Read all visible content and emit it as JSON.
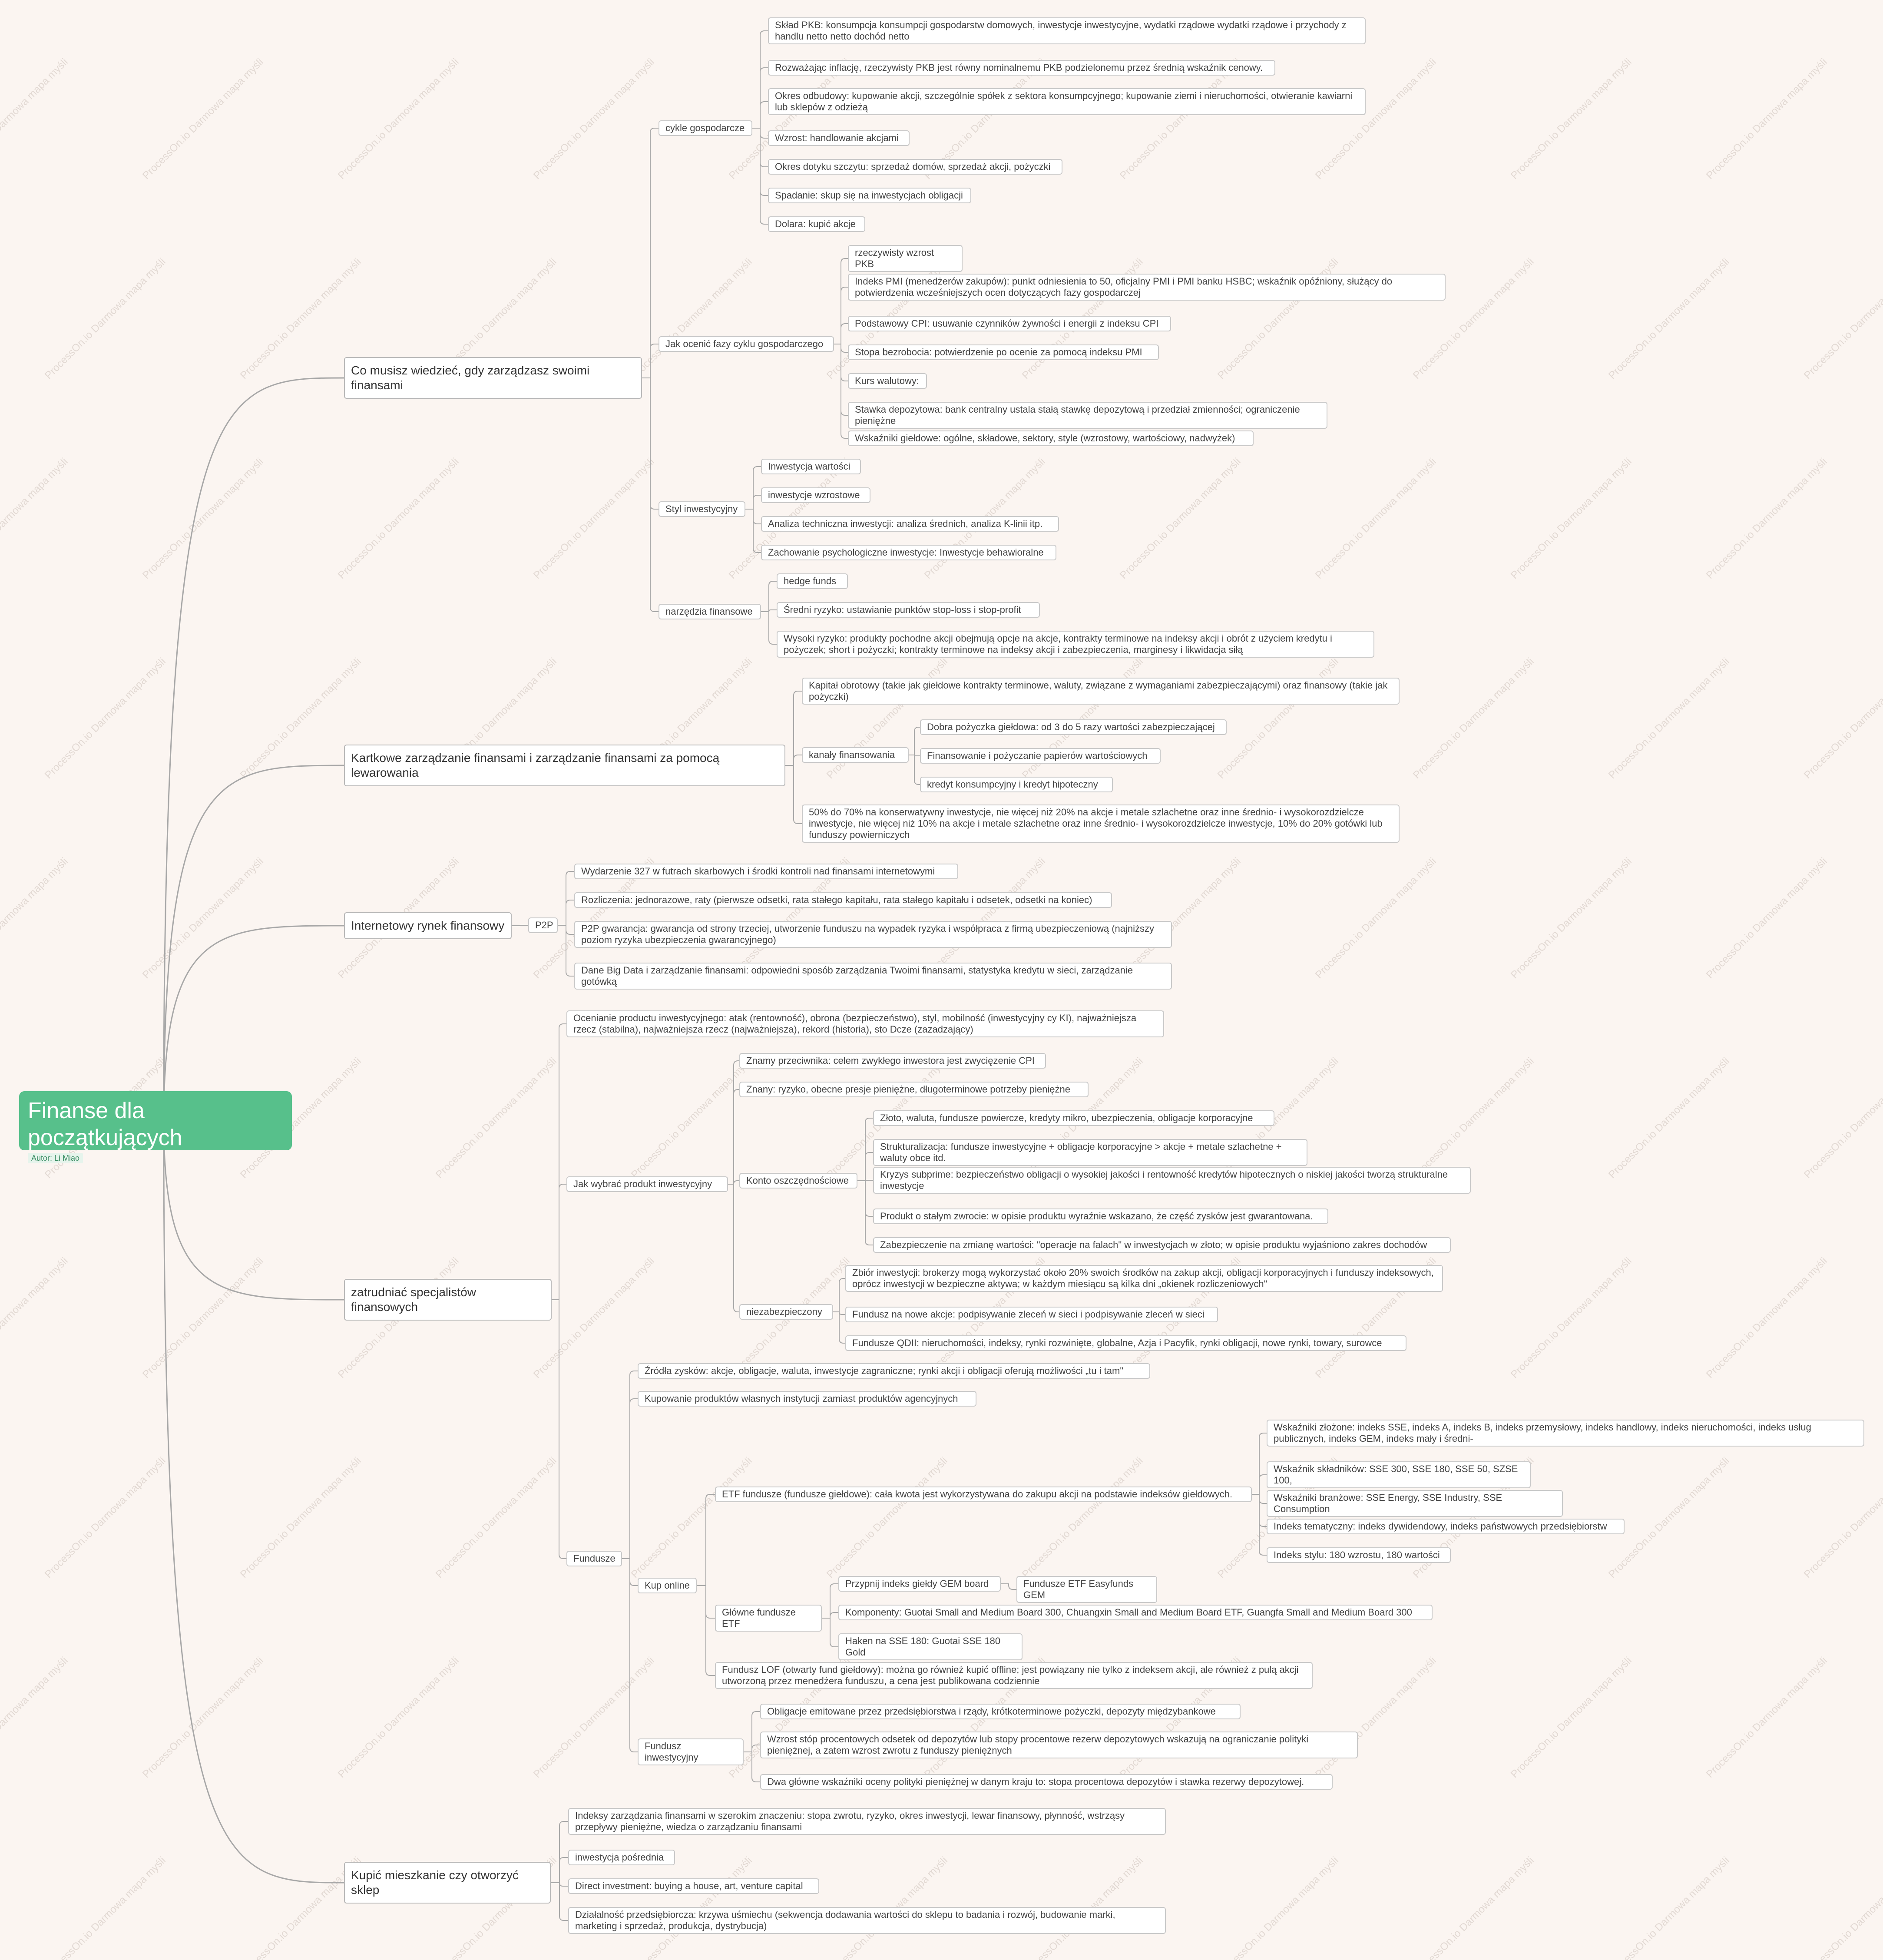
{
  "root": {
    "title": "Finanse dla początkujących",
    "author": "Autor: Li Miao"
  },
  "watermark": "ProcessOn.io Darmowa mapa myśli",
  "nodes": {
    "b1": "Co musisz wiedzieć, gdy zarządzasz swoimi finansami",
    "b1_cykle": "cykle gospodarcze",
    "b1_c1": "Skład PKB: konsumpcja konsumpcji gospodarstw domowych, inwestycje inwestycyjne, wydatki rządowe wydatki rządowe i przychody z handlu netto netto dochód netto",
    "b1_c2": "Rozważając inflację, rzeczywisty PKB jest równy nominalnemu PKB podzielonemu przez średnią wskaźnik cenowy.",
    "b1_c3": "Okres odbudowy: kupowanie akcji, szczególnie spółek z sektora konsumpcyjnego; kupowanie ziemi i nieruchomości, otwieranie kawiarni lub sklepów z odzieżą",
    "b1_c4": "Wzrost: handlowanie akcjami",
    "b1_c5": "Okres dotyku szczytu: sprzedaż domów, sprzedaż akcji, pożyczki",
    "b1_c6": "Spadanie: skup się na inwestycjach obligacji",
    "b1_c7": "Dolara: kupić akcje",
    "b1_fazy": "Jak ocenić fazy cyklu gospodarczego",
    "b1_f1": "rzeczywisty wzrost PKB",
    "b1_f2": "Indeks PMI (menedżerów zakupów): punkt odniesienia to 50, oficjalny PMI i PMI banku HSBC; wskaźnik opóźniony, służący do potwierdzenia wcześniejszych ocen dotyczących fazy gospodarczej",
    "b1_f3": "Podstawowy CPI: usuwanie czynników żywności i energii z indeksu CPI",
    "b1_f4": "Stopa bezrobocia: potwierdzenie po ocenie za pomocą indeksu PMI",
    "b1_f5": "Kurs walutowy:",
    "b1_f6": "Stawka depozytowa: bank centralny ustala stałą stawkę depozytową i przedział zmienności; ograniczenie pieniężne",
    "b1_f7": "Wskaźniki giełdowe: ogólne, składowe, sektory, style (wzrostowy, wartościowy, nadwyżek)",
    "b1_styl": "Styl inwestycyjny",
    "b1_s1": "Inwestycja wartości",
    "b1_s2": "inwestycje wzrostowe",
    "b1_s3": "Analiza techniczna inwestycji: analiza średnich, analiza K-linii itp.",
    "b1_s4": "Zachowanie psychologiczne inwestycje: Inwestycje behawioralne",
    "b1_narz": "narzędzia finansowe",
    "b1_n1": "hedge funds",
    "b1_n2": "Średni ryzyko: ustawianie punktów stop-loss i stop-profit",
    "b1_n3": "Wysoki ryzyko: produkty pochodne akcji obejmują opcje na akcje, kontrakty terminowe na indeksy akcji i obrót z użyciem kredytu i pożyczek; short i pożyczki; kontrakty terminowe na indeksy akcji i zabezpieczenia, marginesy i likwidacja siłą",
    "b2": "Kartkowe zarządzanie finansami i zarządzanie finansami za pomocą lewarowania",
    "b2_k1": "Kapitał obrotowy (takie jak giełdowe kontrakty terminowe, waluty, związane z wymaganiami zabezpieczającymi) oraz finansowy (takie jak pożyczki)",
    "b2_kan": "kanały finansowania",
    "b2_kan1": "Dobra pożyczka giełdowa: od 3 do 5 razy wartości zabezpieczającej",
    "b2_kan2": "Finansowanie i pożyczanie papierów wartościowych",
    "b2_kan3": "kredyt konsumpcyjny i kredyt hipoteczny",
    "b2_k3": "50% do 70% na konserwatywny inwestycje, nie więcej niż 20% na akcje i metale szlachetne oraz inne średnio- i wysokorozdzielcze inwestycje, nie więcej niż 10% na akcje i metale szlachetne oraz inne średnio- i wysokorozdzielcze inwestycje, 10% do 20% gotówki lub funduszy powierniczych",
    "b3": "Internetowy rynek finansowy",
    "b3_p2p": "P2P",
    "b3_p1": "Wydarzenie 327 w futrach skarbowych i środki kontroli nad finansami internetowymi",
    "b3_p2": "Rozliczenia: jednorazowe, raty (pierwsze odsetki, rata stałego kapitału, rata stałego kapitału i odsetek, odsetki na koniec)",
    "b3_p3": "P2P gwarancja: gwarancja od strony trzeciej, utworzenie funduszu na wypadek ryzyka i współpraca z firmą ubezpieczeniową (najniższy poziom ryzyka ubezpieczenia gwarancyjnego)",
    "b3_p4": "Dane Big Data i zarządzanie finansami: odpowiedni sposób zarządzania Twoimi finansami, statystyka kredytu w sieci, zarządzanie gotówką",
    "b4": "zatrudniać specjalistów finansowych",
    "b4_ocen": "Ocenianie productu inwestycyjnego: atak (rentowność), obrona (bezpieczeństwo), styl, mobilność (inwestycyjny cy KI), najważniejsza rzecz (stabilna), najważniejsza rzecz (najważniejsza), rekord (historia), sto Dcze (zazadzający)",
    "b4_jak": "Jak wybrać produkt inwestycyjny",
    "b4_j1": "Znamy przeciwnika: celem zwykłego inwestora jest zwycięzenie CPI",
    "b4_j2": "Znany: ryzyko, obecne presje pieniężne, długoterminowe potrzeby pieniężne",
    "b4_konto": "Konto oszczędnościowe",
    "b4_ko1": "Złoto, waluta, fundusze powiercze, kredyty mikro, ubezpieczenia, obligacje korporacyjne",
    "b4_ko2": "Strukturalizacja: fundusze inwestycyjne + obligacje korporacyjne > akcje + metale szlachetne + waluty obce itd.",
    "b4_ko3": "Kryzys subprime: bezpieczeństwo obligacji o wysokiej jakości i rentowność kredytów hipotecznych o niskiej jakości tworzą strukturalne inwestycje",
    "b4_ko4": "Produkt o stałym zwrocie: w opisie produktu wyraźnie wskazano, że część zysków jest gwarantowana.",
    "b4_ko5": "Zabezpieczenie na zmianę wartości: \"operacje na falach\" w inwestycjach w złoto; w opisie produktu wyjaśniono zakres dochodów",
    "b4_niez": "niezabezpieczony",
    "b4_nz1": "Zbiór inwestycji: brokerzy mogą wykorzystać około 20% swoich środków na zakup akcji, obligacji korporacyjnych i funduszy indeksowych, oprócz inwestycji w bezpieczne aktywa; w każdym miesiącu są kilka dni „okienek rozliczeniowych\"",
    "b4_nz2": "Fundusz na nowe akcje: podpisywanie zleceń w sieci i podpisywanie zleceń w sieci",
    "b4_nz3": "Fundusze QDII: nieruchomości, indeksy, rynki rozwinięte, globalne, Azja i Pacyfik, rynki obligacji, nowe rynki, towary, surowce",
    "b4_fund": "Fundusze",
    "b4_f1": "Źródła zysków: akcje, obligacje, waluta, inwestycje zagraniczne; rynki akcji i obligacji oferują możliwości „tu i tam\"",
    "b4_f2": "Kupowanie produktów własnych instytucji zamiast produktów agencyjnych",
    "b4_kup": "Kup online",
    "b4_etf": "ETF fundusze (fundusze giełdowe): cała kwota jest wykorzystywana do zakupu akcji na podstawie indeksów giełdowych.",
    "b4_e1": "Wskaźniki złożone: indeks SSE, indeks A, indeks B, indeks przemysłowy, indeks handlowy, indeks nieruchomości, indeks usług publicznych, indeks GEM, indeks mały i średni-",
    "b4_e2": "Wskaźnik składników: SSE 300, SSE 180, SSE 50, SZSE 100,",
    "b4_e3": "Wskaźniki branżowe: SSE Energy, SSE Industry, SSE Consumption",
    "b4_e4": "Indeks tematyczny: indeks dywidendowy, indeks państwowych przedsiębiorstw",
    "b4_e5": "Indeks stylu: 180 wzrostu, 180 wartości",
    "b4_glowne": "Główne fundusze ETF",
    "b4_g1": "Przypnij indeks giełdy GEM board",
    "b4_g1a": "Fundusze ETF Easyfunds GEM",
    "b4_g2": "Komponenty: Guotai Small and Medium Board 300, Chuangxin Small and Medium Board ETF, Guangfa Small and Medium Board 300",
    "b4_g3": "Haken na SSE 180: Guotai SSE 180 Gold",
    "b4_lof": "Fundusz LOF (otwarty fund giełdowy): można go również kupić offline; jest powiązany nie tylko z indeksem akcji, ale również z pulą akcji utworzoną przez menedżera funduszu, a cena jest publikowana codziennie",
    "b4_fi": "Fundusz inwestycyjny",
    "b4_fi1": "Obligacje emitowane przez przedsiębiorstwa i rządy, krótkoterminowe pożyczki, depozyty międzybankowe",
    "b4_fi2": "Wzrost stóp procentowych odsetek od depozytów lub stopy procentowe rezerw depozytowych wskazują na ograniczanie polityki pieniężnej, a zatem wzrost zwrotu z funduszy pieniężnych",
    "b4_fi3": "Dwa główne wskaźniki oceny polityki pieniężnej w danym kraju to: stopa procentowa depozytów i stawka rezerwy depozytowej.",
    "b5": "Kupić mieszkanie czy otworzyć sklep",
    "b5_1": "Indeksy zarządzania finansami w szerokim znaczeniu: stopa zwrotu, ryzyko, okres inwestycji, lewar finansowy, płynność, wstrząsy przepływy pieniężne, wiedza o zarządzaniu finansami",
    "b5_2": "inwestycja pośrednia",
    "b5_3": "Direct investment: buying a house, art, venture capital",
    "b5_4": "Działalność przedsiębiorcza: krzywa uśmiechu (sekwencja dodawania wartości do sklepu to badania i rozwój, budowanie marki, marketing i sprzedaż, produkcja, dystrybucja)"
  },
  "colors": {
    "background": "#fbf5f1",
    "root": "#57c08b",
    "line": "#a8a8a8",
    "node_border": "#c9c9c9"
  }
}
